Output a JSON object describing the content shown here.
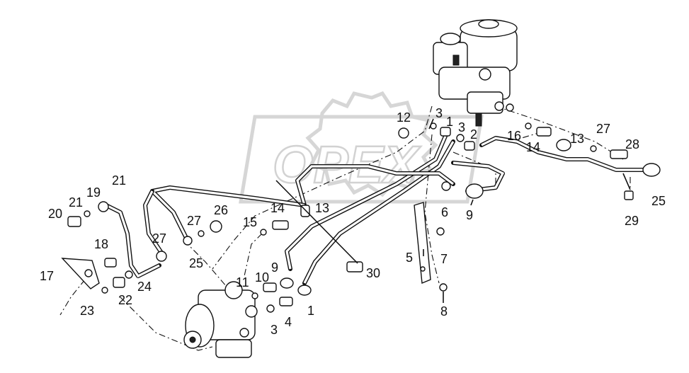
{
  "watermark": {
    "text": "OPEX"
  },
  "callouts": [
    {
      "id": "c-12",
      "text": "12"
    },
    {
      "id": "c-3a",
      "text": "3"
    },
    {
      "id": "c-1a",
      "text": "1"
    },
    {
      "id": "c-3b",
      "text": "3"
    },
    {
      "id": "c-2",
      "text": "2"
    },
    {
      "id": "c-16",
      "text": "16"
    },
    {
      "id": "c-14a",
      "text": "14"
    },
    {
      "id": "c-13a",
      "text": "13"
    },
    {
      "id": "c-27a",
      "text": "27"
    },
    {
      "id": "c-28",
      "text": "28"
    },
    {
      "id": "c-25a",
      "text": "25"
    },
    {
      "id": "c-29",
      "text": "29"
    },
    {
      "id": "c-9a",
      "text": "9"
    },
    {
      "id": "c-6",
      "text": "6"
    },
    {
      "id": "c-7",
      "text": "7"
    },
    {
      "id": "c-5",
      "text": "5"
    },
    {
      "id": "c-8",
      "text": "8"
    },
    {
      "id": "c-14b",
      "text": "14"
    },
    {
      "id": "c-13b",
      "text": "13"
    },
    {
      "id": "c-15",
      "text": "15"
    },
    {
      "id": "c-30",
      "text": "30"
    },
    {
      "id": "c-9b",
      "text": "9"
    },
    {
      "id": "c-10",
      "text": "10"
    },
    {
      "id": "c-11",
      "text": "11"
    },
    {
      "id": "c-1b",
      "text": "1"
    },
    {
      "id": "c-3c",
      "text": "3"
    },
    {
      "id": "c-4",
      "text": "4"
    },
    {
      "id": "c-26",
      "text": "26"
    },
    {
      "id": "c-27b",
      "text": "27"
    },
    {
      "id": "c-27c",
      "text": "27"
    },
    {
      "id": "c-25b",
      "text": "25"
    },
    {
      "id": "c-21a",
      "text": "21"
    },
    {
      "id": "c-19",
      "text": "19"
    },
    {
      "id": "c-21b",
      "text": "21"
    },
    {
      "id": "c-20",
      "text": "20"
    },
    {
      "id": "c-18",
      "text": "18"
    },
    {
      "id": "c-17",
      "text": "17"
    },
    {
      "id": "c-24",
      "text": "24"
    },
    {
      "id": "c-22",
      "text": "22"
    },
    {
      "id": "c-23",
      "text": "23"
    }
  ]
}
